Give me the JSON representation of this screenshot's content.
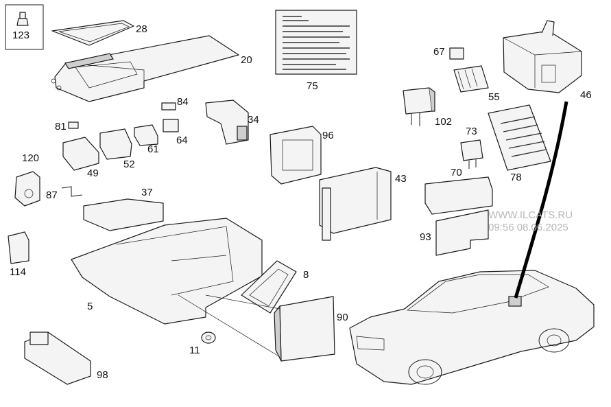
{
  "callouts": {
    "p5": "5",
    "p8": "8",
    "p11": "11",
    "p20": "20",
    "p28": "28",
    "p34": "34",
    "p37": "37",
    "p43": "43",
    "p46": "46",
    "p49": "49",
    "p52": "52",
    "p55": "55",
    "p61": "61",
    "p64": "64",
    "p67": "67",
    "p70": "70",
    "p73": "73",
    "p75": "75",
    "p78": "78",
    "p81": "81",
    "p84": "84",
    "p87": "87",
    "p90": "90",
    "p93": "93",
    "p96": "96",
    "p98": "98",
    "p102": "102",
    "p114": "114",
    "p120": "120",
    "p123": "123"
  },
  "watermark": {
    "site": "WWW.ILCATS.RU",
    "timestamp": "09:56 08.06.2025"
  },
  "colors": {
    "line": "#1a1a1a",
    "fill": "#f4f4f4",
    "watermark": "#b8b8b8"
  }
}
